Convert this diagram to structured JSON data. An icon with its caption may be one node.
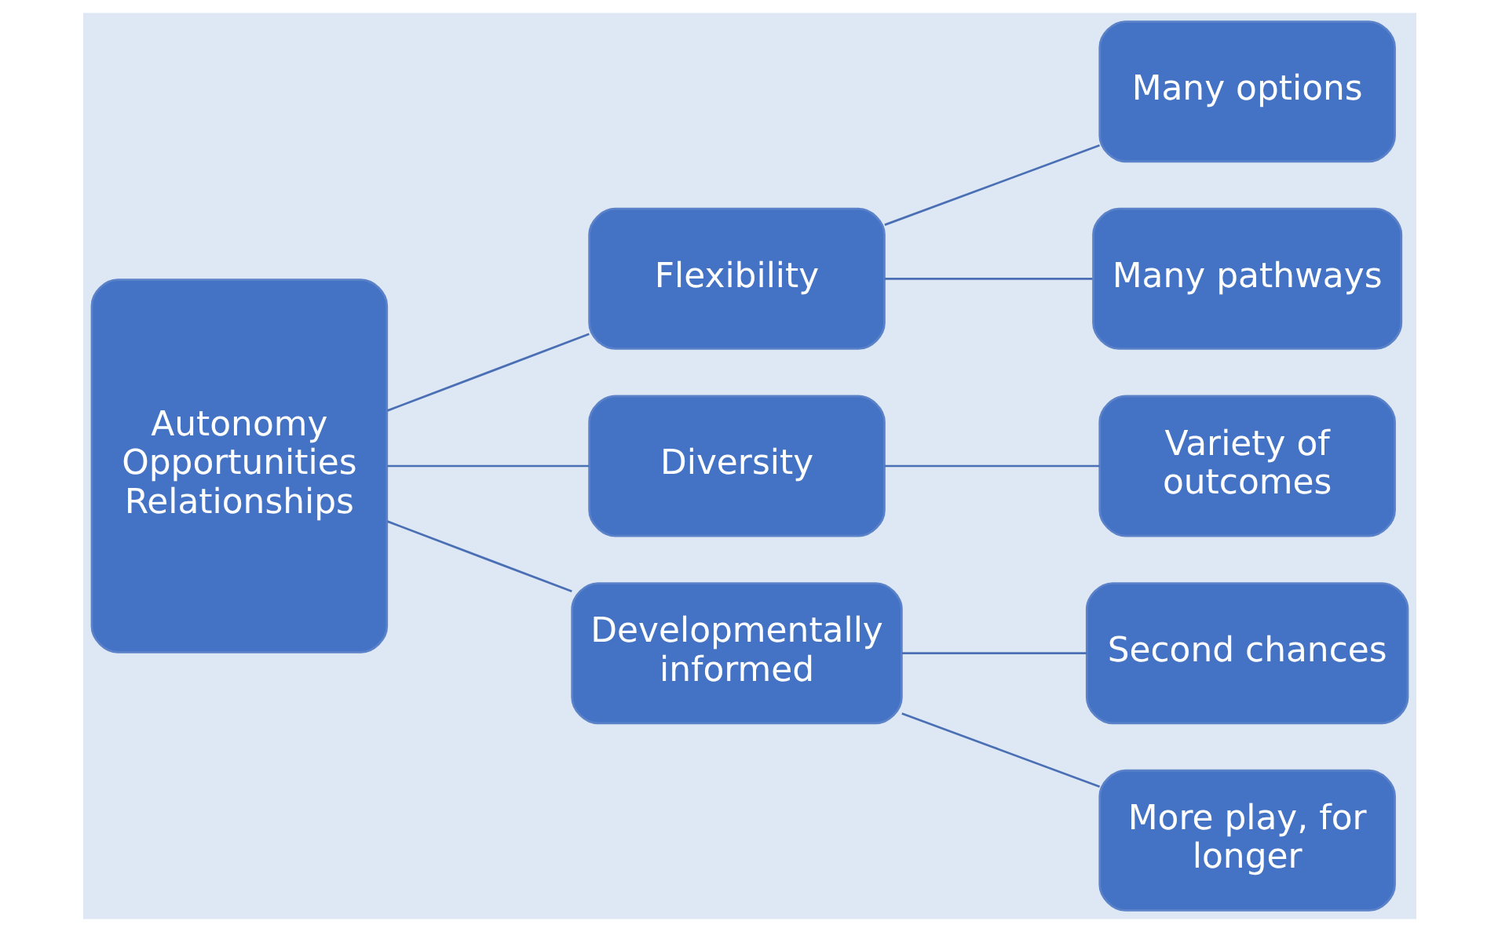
{
  "diagram": {
    "nodes": [
      {
        "text": [
          "Autonomy",
          "Opportunities",
          "Relationships"
        ]
      },
      {
        "text": [
          "Flexibility"
        ]
      },
      {
        "text": [
          "Diversity"
        ]
      },
      {
        "text": [
          "Developmentally informed"
        ]
      },
      {
        "text": [
          "Many options"
        ]
      },
      {
        "text": [
          "Many pathways"
        ]
      },
      {
        "text": [
          "Variety of outcomes"
        ]
      },
      {
        "text": [
          "Second chances"
        ]
      },
      {
        "text": [
          "More play, for longer"
        ]
      }
    ],
    "edges": [
      {
        "from": 0,
        "to": 1,
        "arrow": "none"
      },
      {
        "from": 0,
        "to": 2,
        "arrow": "none"
      },
      {
        "from": 0,
        "to": 3,
        "arrow": "none"
      },
      {
        "from": 1,
        "to": 4,
        "arrow": "none"
      },
      {
        "from": 1,
        "to": 5,
        "arrow": "none"
      },
      {
        "from": 2,
        "to": 6,
        "arrow": "none"
      },
      {
        "from": 3,
        "to": 7,
        "arrow": "none"
      },
      {
        "from": 3,
        "to": 8,
        "arrow": "none"
      }
    ]
  }
}
